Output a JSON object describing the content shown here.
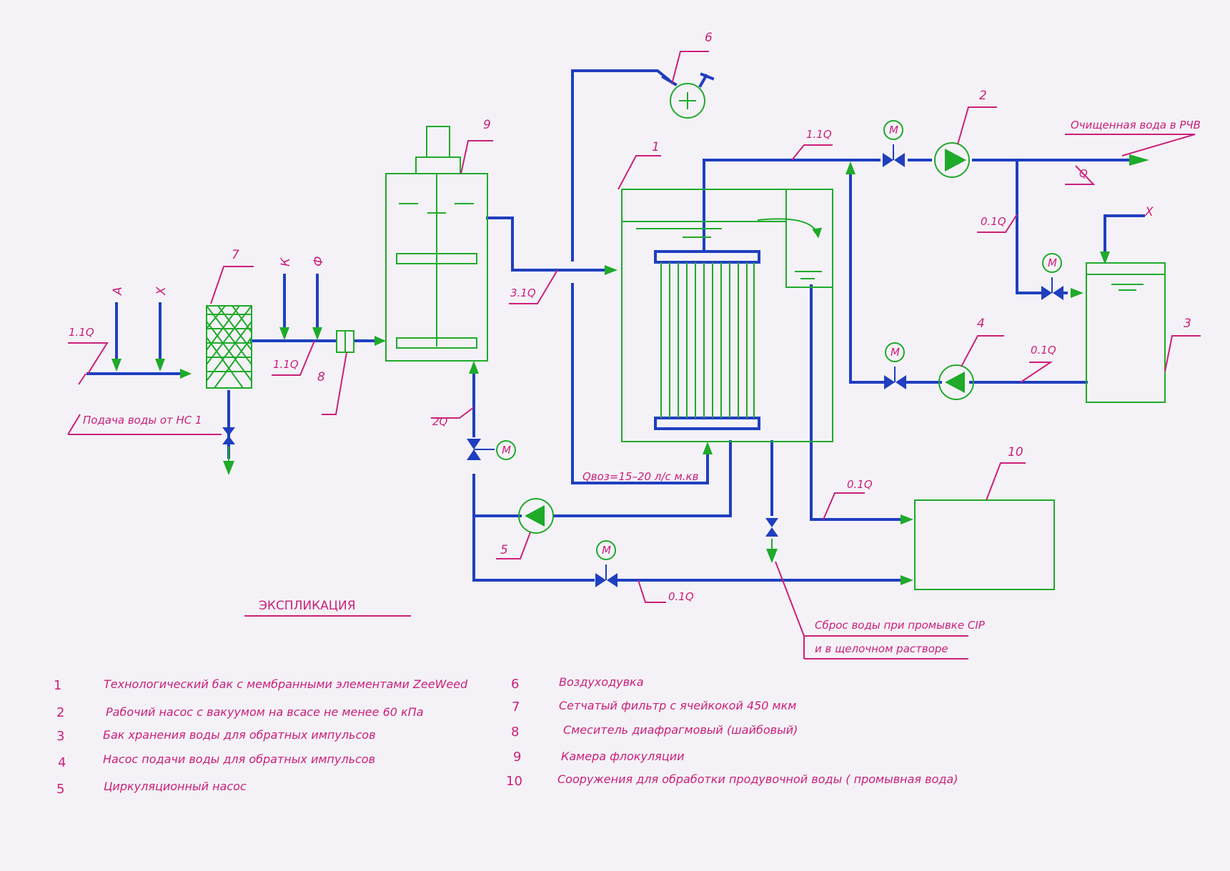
{
  "flows": {
    "inlet": "1.1Q",
    "after_filter": "1.1Q",
    "to_tank": "3.1Q",
    "permeate": "1.1Q",
    "product": "Q",
    "to_store_tank": "0.1Q",
    "backpulse": "0.1Q",
    "to_blowdown": "0.1Q",
    "bottom_return": "0.1Q",
    "recirc": "2Q",
    "air": "Qвоз=15–20 л/с м.кв"
  },
  "reagents": {
    "a": "А",
    "x": "Х",
    "k": "К",
    "f": "Ф",
    "x2": "Х"
  },
  "captions": {
    "inlet": "Подача воды от НС 1",
    "product": "Очищенная вода в РЧВ",
    "drain1": "Сброс воды при промывке CIP",
    "drain2": "и в щелочном растворе"
  },
  "tags": {
    "t1": "1",
    "t2": "2",
    "t3": "3",
    "t4": "4",
    "t5": "5",
    "t6": "6",
    "t7": "7",
    "t8": "8",
    "t9": "9",
    "t10": "10",
    "valve_m": "М"
  },
  "explication": {
    "title": "ЭКСПЛИКАЦИЯ",
    "left": [
      {
        "num": "1",
        "text": "Технологический бак с мембранными элементами ZeeWeed"
      },
      {
        "num": "2",
        "text": "Рабочий насос  с вакуумом на всасе не менее 60 кПа"
      },
      {
        "num": "3",
        "text": "Бак хранения воды для обратных импульсов"
      },
      {
        "num": "4",
        "text": "Насос подачи воды для обратных импульсов"
      },
      {
        "num": "5",
        "text": "Циркуляционный насос"
      }
    ],
    "right": [
      {
        "num": "6",
        "text": "Воздуходувка"
      },
      {
        "num": "7",
        "text": "Сетчатый фильтр с ячейкокой 450 мкм"
      },
      {
        "num": "8",
        "text": "Смеситель диафрагмовый (шайбовый)"
      },
      {
        "num": "9",
        "text": "Камера флокуляции"
      },
      {
        "num": "10",
        "text": "Сооружения для обработки продувочной воды ( промывная вода)"
      }
    ]
  }
}
